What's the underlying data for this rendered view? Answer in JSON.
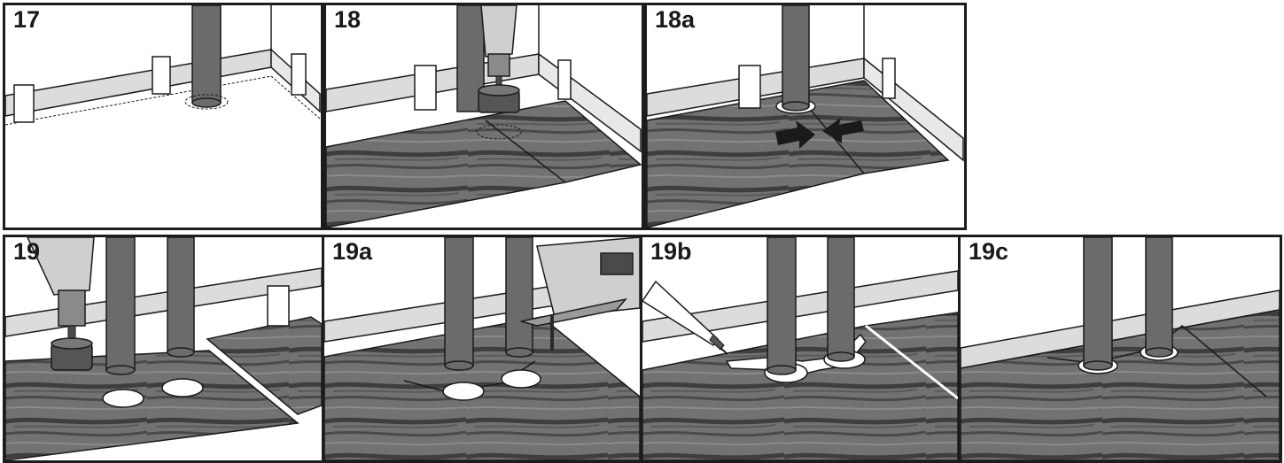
{
  "steps": [
    {
      "id": "17",
      "label": "17"
    },
    {
      "id": "18",
      "label": "18"
    },
    {
      "id": "18a",
      "label": "18a"
    },
    {
      "id": "19",
      "label": "19"
    },
    {
      "id": "19a",
      "label": "19a"
    },
    {
      "id": "19b",
      "label": "19b"
    },
    {
      "id": "19c",
      "label": "19c"
    }
  ],
  "colors": {
    "frame": "#1c1c1c",
    "wall": "#ffffff",
    "skirting": "#dcdcdc",
    "floor_board": "#6e6e6e",
    "floor_grain": "#3e3e3e",
    "pipe": "#6b6b6b",
    "drill_body": "#cfcfcf",
    "drill_bit": "#4a4a4a"
  },
  "icons": [
    "pipe-icon",
    "drill-icon",
    "hole-saw-icon",
    "jigsaw-icon",
    "glue-bottle-icon",
    "arrow-right-icon",
    "arrow-left-icon",
    "spacer-wedge-icon"
  ]
}
